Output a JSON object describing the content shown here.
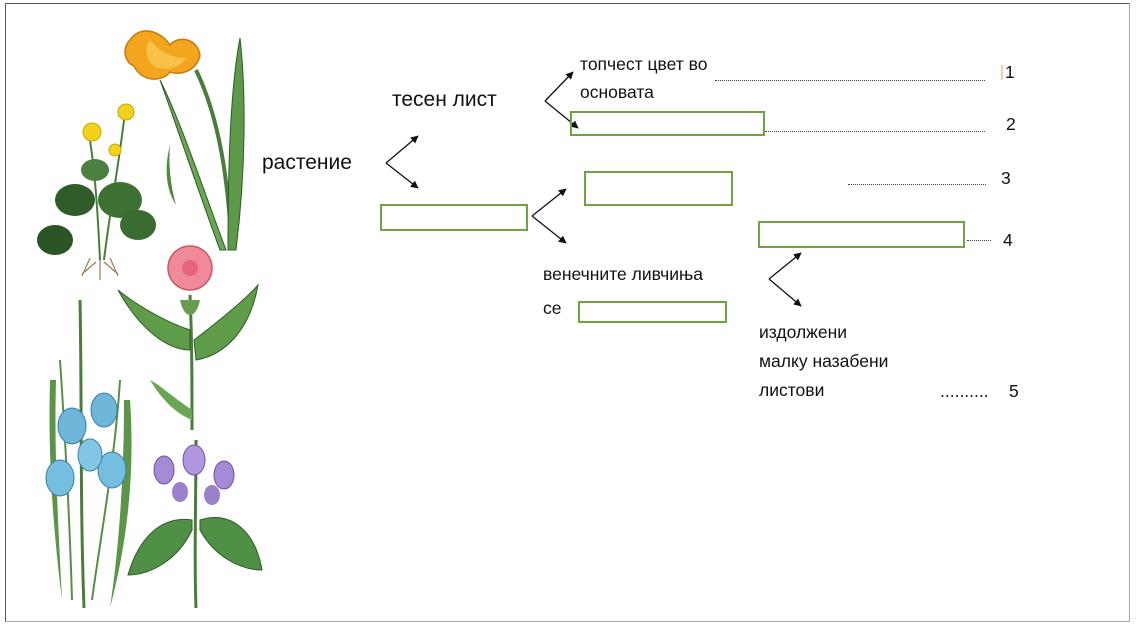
{
  "diagram": {
    "root_label": "растение",
    "branch_narrow_leaf": "тесен лист",
    "leaf_bell_flower_line1": "топчест цвет во",
    "leaf_bell_flower_line2": "основата",
    "petals_label_line1": "венечните ливчиња",
    "petals_label_line2": "се",
    "elongated_leaves_line1": "издолжени",
    "elongated_leaves_line2": "малку назабени",
    "elongated_leaves_line3": "листови",
    "dots_5": "..........",
    "numbers": [
      "1",
      "2",
      "3",
      "4",
      "5"
    ]
  },
  "colors": {
    "answer_box_border": "#70a340",
    "frame": "#555555"
  },
  "illustrations": [
    "daffodil",
    "marsh-marigold",
    "pink-campion",
    "bluebell",
    "purple-dead-nettle"
  ]
}
